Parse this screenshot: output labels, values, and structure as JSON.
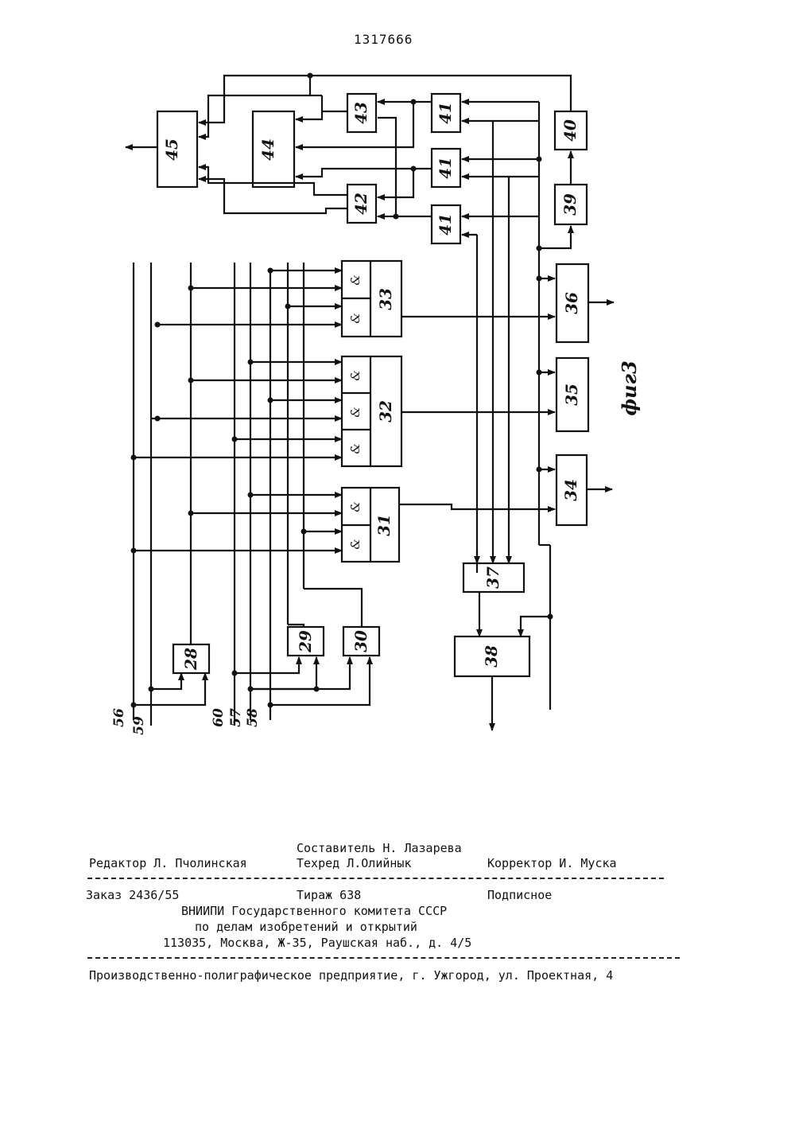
{
  "header": {
    "patent_number": "1317666"
  },
  "diagram": {
    "blocks": [
      "45",
      "44",
      "43",
      "42",
      "41",
      "41",
      "41",
      "40",
      "39",
      "36",
      "35",
      "34",
      "33",
      "32",
      "31",
      "37",
      "38",
      "28",
      "29",
      "30"
    ],
    "gate_symbol": "&",
    "figure_label": "фиг3",
    "bus_labels": [
      "56",
      "59",
      "60",
      "57",
      "58"
    ]
  },
  "footer": {
    "compiler": "Составитель Н. Лазарева",
    "editor": "Редактор Л. Пчолинская",
    "techred": "Техред Л.Олийнык",
    "corrector": "Корректор И. Муска",
    "order": "Заказ 2436/55",
    "circulation": "Тираж 638",
    "subscription": "Подписное",
    "org1": "ВНИИПИ Государственного комитета СССР",
    "org2": "по делам изобретений и открытий",
    "address": "113035, Москва, Ж-35, Раушская наб., д. 4/5",
    "printer": "Производственно-полиграфическое предприятие, г. Ужгород, ул. Проектная, 4"
  }
}
